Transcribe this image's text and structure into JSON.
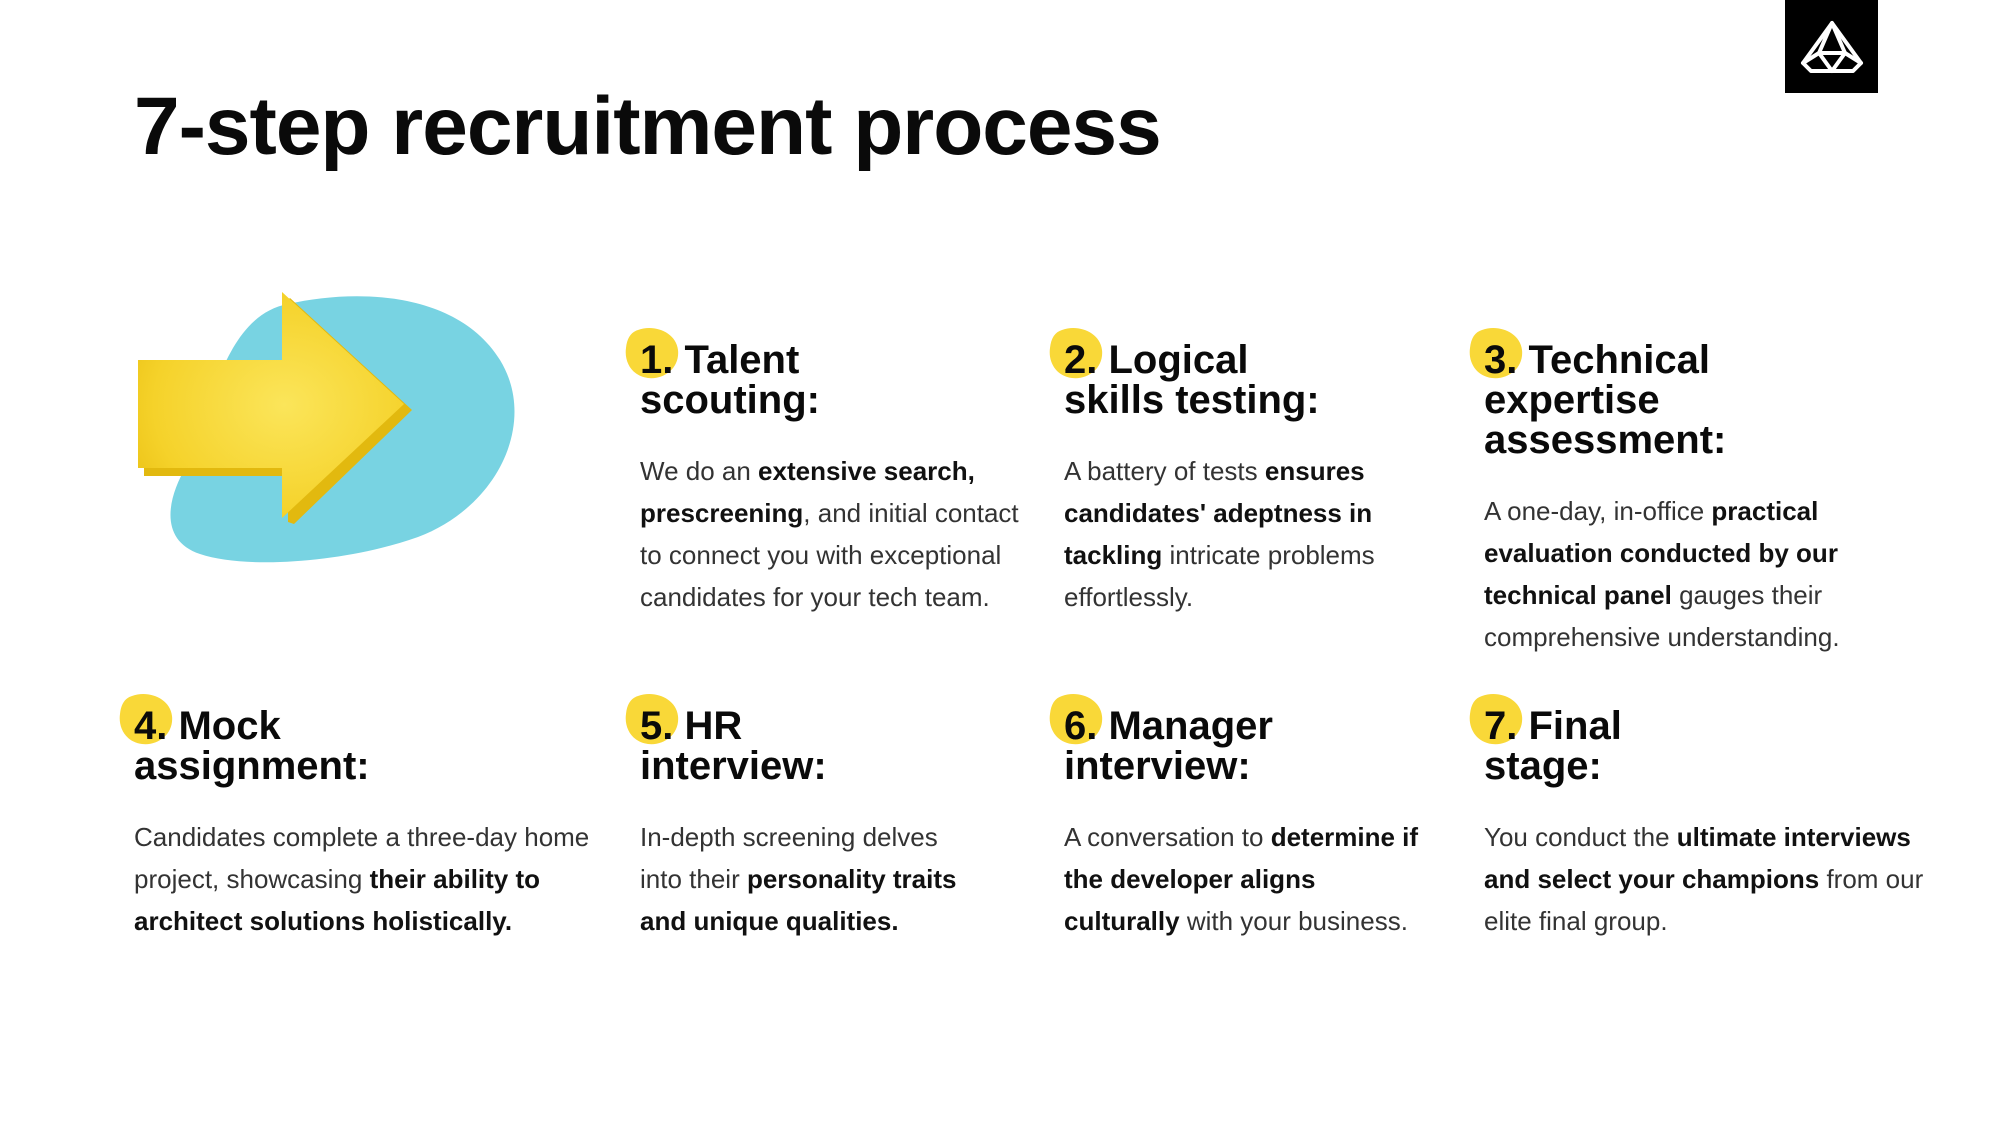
{
  "title": "7-step recruitment process",
  "colors": {
    "accent_yellow": "#F9D838",
    "blob_blue": "#78D3E2",
    "arrow_yellow": "#F5D22A",
    "logo_bg": "#000000"
  },
  "icons": {
    "logo": "diamond-logo-icon",
    "hero": "arrow-right-icon"
  },
  "steps": [
    {
      "number": "1.",
      "title_line1": "Talent",
      "title_line2": "scouting:",
      "desc": [
        {
          "t": "We do an ",
          "b": false
        },
        {
          "t": "extensive search, prescreening",
          "b": true
        },
        {
          "t": ", and initial contact to connect you with exceptional candidates for your tech team.",
          "b": false
        }
      ]
    },
    {
      "number": "2.",
      "title_line1": "Logical",
      "title_line2": "skills testing:",
      "desc": [
        {
          "t": "A battery of tests ",
          "b": false
        },
        {
          "t": "ensures candidates' adeptness in tackling",
          "b": true
        },
        {
          "t": " intricate problems effortlessly.",
          "b": false
        }
      ]
    },
    {
      "number": "3.",
      "title_line1": "Technical expertise",
      "title_line2": "assessment:",
      "desc": [
        {
          "t": "A one-day, in-office ",
          "b": false
        },
        {
          "t": "practical evaluation conducted by our technical panel",
          "b": true
        },
        {
          "t": " gauges their comprehensive understanding.",
          "b": false
        }
      ]
    },
    {
      "number": "4.",
      "title_line1": "Mock",
      "title_line2": "assignment:",
      "desc": [
        {
          "t": "Candidates complete a three-day home project, showcasing ",
          "b": false
        },
        {
          "t": "their ability to architect solutions holistically.",
          "b": true
        }
      ]
    },
    {
      "number": "5.",
      "title_line1": "HR",
      "title_line2": "interview:",
      "desc": [
        {
          "t": "In-depth screening delves into their ",
          "b": false
        },
        {
          "t": "personality traits and unique qualities.",
          "b": true
        }
      ]
    },
    {
      "number": "6.",
      "title_line1": "Manager",
      "title_line2": "interview:",
      "desc": [
        {
          "t": "A conversation to ",
          "b": false
        },
        {
          "t": "determine if the developer aligns culturally",
          "b": true
        },
        {
          "t": " with your business.",
          "b": false
        }
      ]
    },
    {
      "number": "7.",
      "title_line1": "Final",
      "title_line2": "stage:",
      "desc": [
        {
          "t": "You conduct the ",
          "b": false
        },
        {
          "t": "ultimate interviews and select your champions",
          "b": true
        },
        {
          "t": " from our elite final group.",
          "b": false
        }
      ]
    }
  ]
}
